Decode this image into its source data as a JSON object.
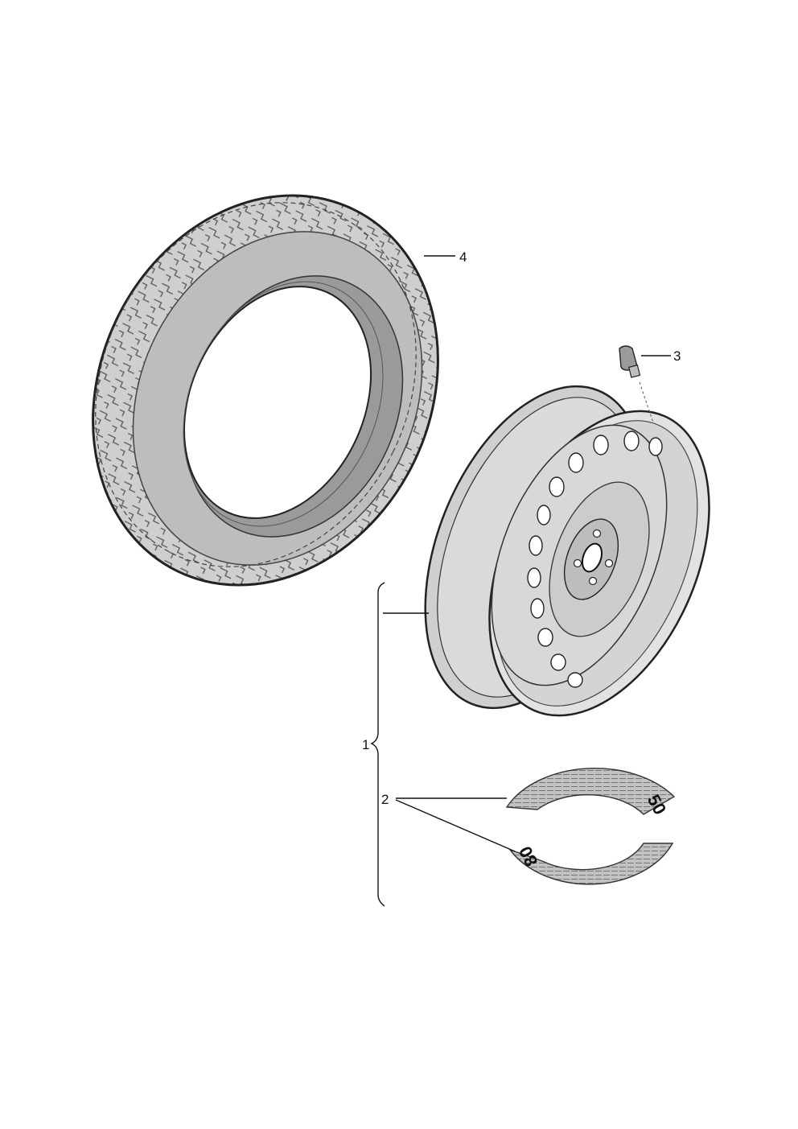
{
  "callouts": [
    {
      "id": "1",
      "label": "1"
    },
    {
      "id": "2",
      "label": "2"
    },
    {
      "id": "3",
      "label": "3"
    },
    {
      "id": "4",
      "label": "4"
    }
  ],
  "labels": {
    "sticker_a_number": "50",
    "sticker_b_number": "80"
  },
  "colors": {
    "line": "#222222",
    "tire_fill": "#c9c9c9",
    "tire_dark": "#8f8f8f",
    "rim_fill": "#d6d6d6",
    "sticker_fill": "#bdbdbd"
  }
}
